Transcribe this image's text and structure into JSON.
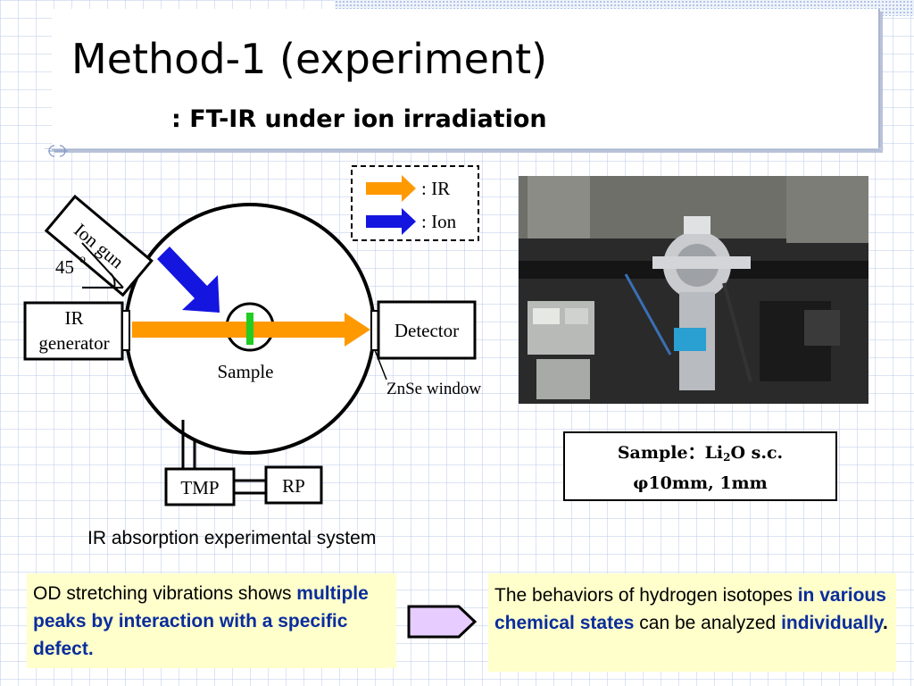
{
  "slide": {
    "title": "Method-1 (experiment)",
    "subtitle": ": FT-IR under ion irradiation"
  },
  "diagram": {
    "ion_gun": "Ion gun",
    "angle": "45",
    "angle_degree": "o",
    "ir_generator_line1": "IR",
    "ir_generator_line2": "generator",
    "detector": "Detector",
    "sample": "Sample",
    "window": "ZnSe window",
    "tmp": "TMP",
    "rp": "RP",
    "legend_ir": ": IR",
    "legend_ion": ": Ion",
    "colors": {
      "ir": "#ff9900",
      "ion": "#1515e0",
      "sample": "#22cc22"
    }
  },
  "photo": {
    "icon": "apparatus-photo"
  },
  "sample_info": {
    "label": "Sample",
    "separator": "：",
    "formula_pre": "Li",
    "formula_sub": "2",
    "formula_post": "O s.c.",
    "size": "φ10mm, 1mm"
  },
  "caption": "IR absorption experimental system",
  "left_box": {
    "text": "OD stretching vibrations shows ",
    "highlight": "multiple peaks by interaction with a specific defect."
  },
  "right_box": {
    "text_a": "The behaviors of hydrogen isotopes ",
    "highlight_a": "in various chemical states",
    "text_b": " can be analyzed ",
    "highlight_b": "individually",
    "text_c": "."
  },
  "colors": {
    "highlight_text": "#0a2d9c",
    "box_fill": "#ffffcc",
    "arrow_fill": "#e6ccff"
  }
}
